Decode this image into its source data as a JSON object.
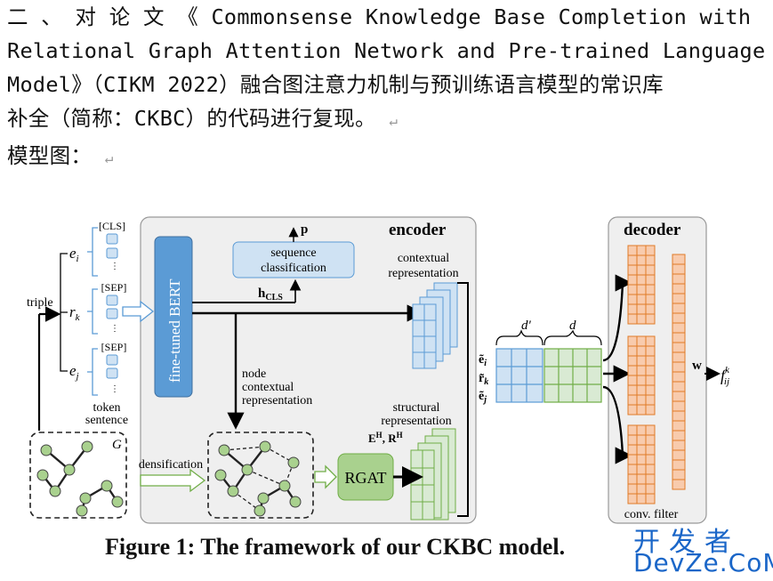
{
  "text": {
    "line1": "二 、 对 论 文 《 Commonsense Knowledge Base Completion with",
    "line2": "Relational Graph Attention Network and Pre-trained Language",
    "line3": "Model》（CIKM 2022）融合图注意力机制与预训练语言模型的常识库",
    "line4": "补全（简称：CKBC）的代码进行复现。",
    "line5": "模型图：",
    "return_mark": "↵"
  },
  "figure": {
    "encoder_title": "encoder",
    "decoder_title": "decoder",
    "bert_label": "fine-tuned BERT",
    "seqclass_line1": "sequence",
    "seqclass_line2": "classification",
    "p_label": "p",
    "hcls_label": "h",
    "hcls_sub": "CLS",
    "contextual_line1": "contextual",
    "contextual_line2": "representation",
    "node_line1": "node",
    "node_line2": "contextual",
    "node_line3": "representation",
    "structural_line1": "structural",
    "structural_line2": "representation",
    "eh_rh": "E",
    "rgat_label": "RGAT",
    "triple_label": "triple",
    "ei": "e",
    "rk": "r",
    "ej": "e",
    "cls_token": "[CLS]",
    "sep_token1": "[SEP]",
    "sep_token2": "[SEP]",
    "token_label": "token",
    "sentence_label": "sentence",
    "graph_label": "G",
    "densification_label": "densification",
    "d_prime": "d'",
    "d_label": "d",
    "w_label": "w",
    "f_label": "f",
    "conv_filter_label": "conv. filter",
    "caption": "Figure 1: The framework of our CKBC model."
  },
  "watermark": {
    "top": "开发者",
    "bottom": "DevZe.CoM"
  },
  "colors": {
    "blue": "#5b9bd5",
    "blue_fill": "#cfe2f3",
    "green": "#70ad47",
    "green_fill": "#d9ead3",
    "orange": "#e07b28",
    "orange_fill": "#f8cbad",
    "panel": "#efefef"
  }
}
